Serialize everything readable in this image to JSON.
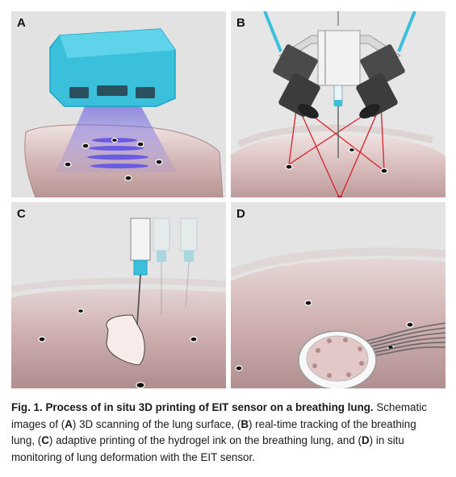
{
  "panels": [
    {
      "id": "A",
      "label": "A",
      "description_shown": "3D scanner projecting light onto lung surface"
    },
    {
      "id": "B",
      "label": "B",
      "description_shown": "two cameras tracking markers on lung"
    },
    {
      "id": "C",
      "label": "C",
      "description_shown": "nozzle printing hydrogel on lung"
    },
    {
      "id": "D",
      "label": "D",
      "description_shown": "EIT sensor with cable on lung"
    }
  ],
  "caption": {
    "fig_label": "Fig. 1.",
    "title": "Process of in situ 3D printing of EIT sensor on a breathing lung.",
    "line1_rest": " Schematic",
    "line2": {
      "pre": "images of (",
      "b1": "A",
      "mid1": ") 3D scanning of the lung surface, (",
      "b2": "B",
      "mid2": ") real-time tracking of the breathing"
    },
    "line3": {
      "pre": "lung, (",
      "b1": "C",
      "mid1": ") adaptive printing of the hydrogel ink on the breathing lung, and (",
      "b2": "D",
      "mid2": ") in situ"
    },
    "line4": "monitoring of lung deformation with the EIT sensor."
  },
  "colors": {
    "lung": "#c9a7a8",
    "lung_light": "#e8d4d3",
    "scanner": "#3fc4de",
    "scan_light": "#6b5fe0",
    "camera": "#4a4a4a",
    "laser": "#d6202a",
    "background": "#e4e4e4"
  }
}
